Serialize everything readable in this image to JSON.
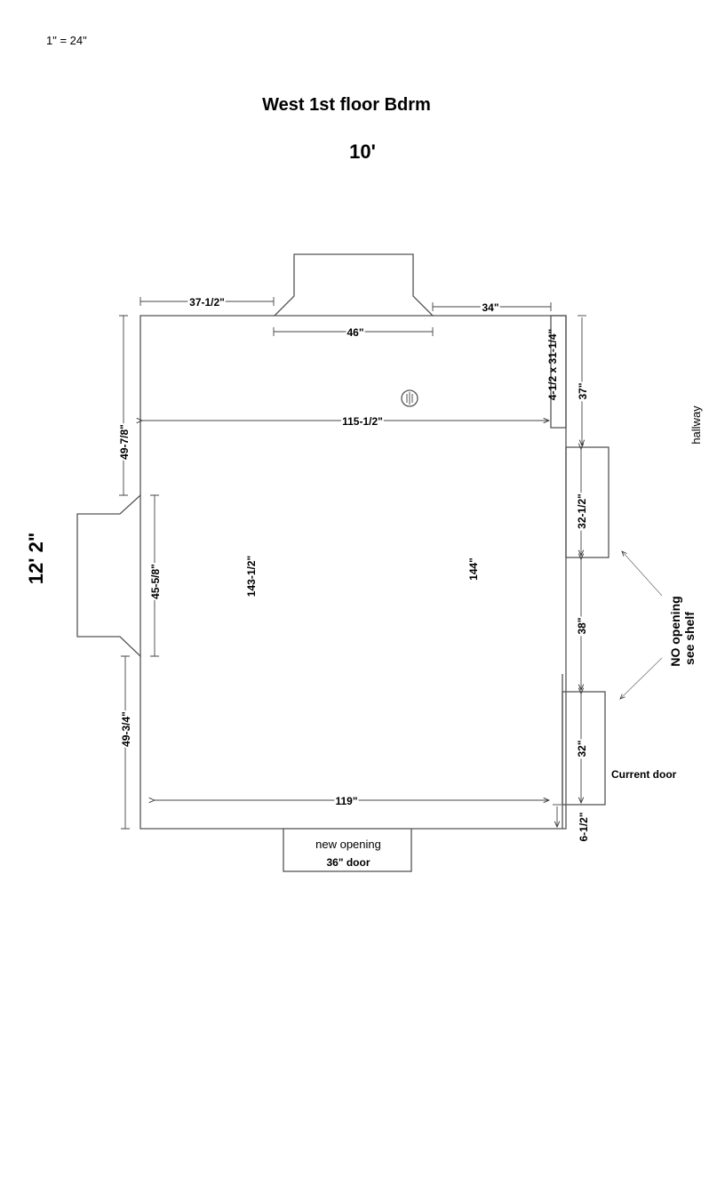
{
  "scale": "1\" = 24\"",
  "title": "West 1st floor Bdrm",
  "width_label": "10'",
  "height_label": "12' 2\"",
  "dimensions": {
    "top_left": "37-1/2\"",
    "top_right": "34\"",
    "top_window": "46\"",
    "closet_box": "4-1/2 x 31-1/4\"",
    "interior_width_top": "115-1/2\"",
    "right_top": "37\"",
    "right_opening_1": "32-1/2\"",
    "right_middle": "38\"",
    "right_door": "32\"",
    "right_bottom": "6-1/2\"",
    "interior_width_bottom": "119\"",
    "left_top": "49-7/8\"",
    "left_window": "45-5/8\"",
    "left_bottom": "49-3/4\"",
    "height_left": "143-1/2\"",
    "height_right": "144\""
  },
  "labels": {
    "hallway": "hallway",
    "no_opening": "NO opening",
    "see_shelf": "see shelf",
    "current_door": "Current door",
    "new_opening": "new opening",
    "new_door": "36\" door"
  }
}
